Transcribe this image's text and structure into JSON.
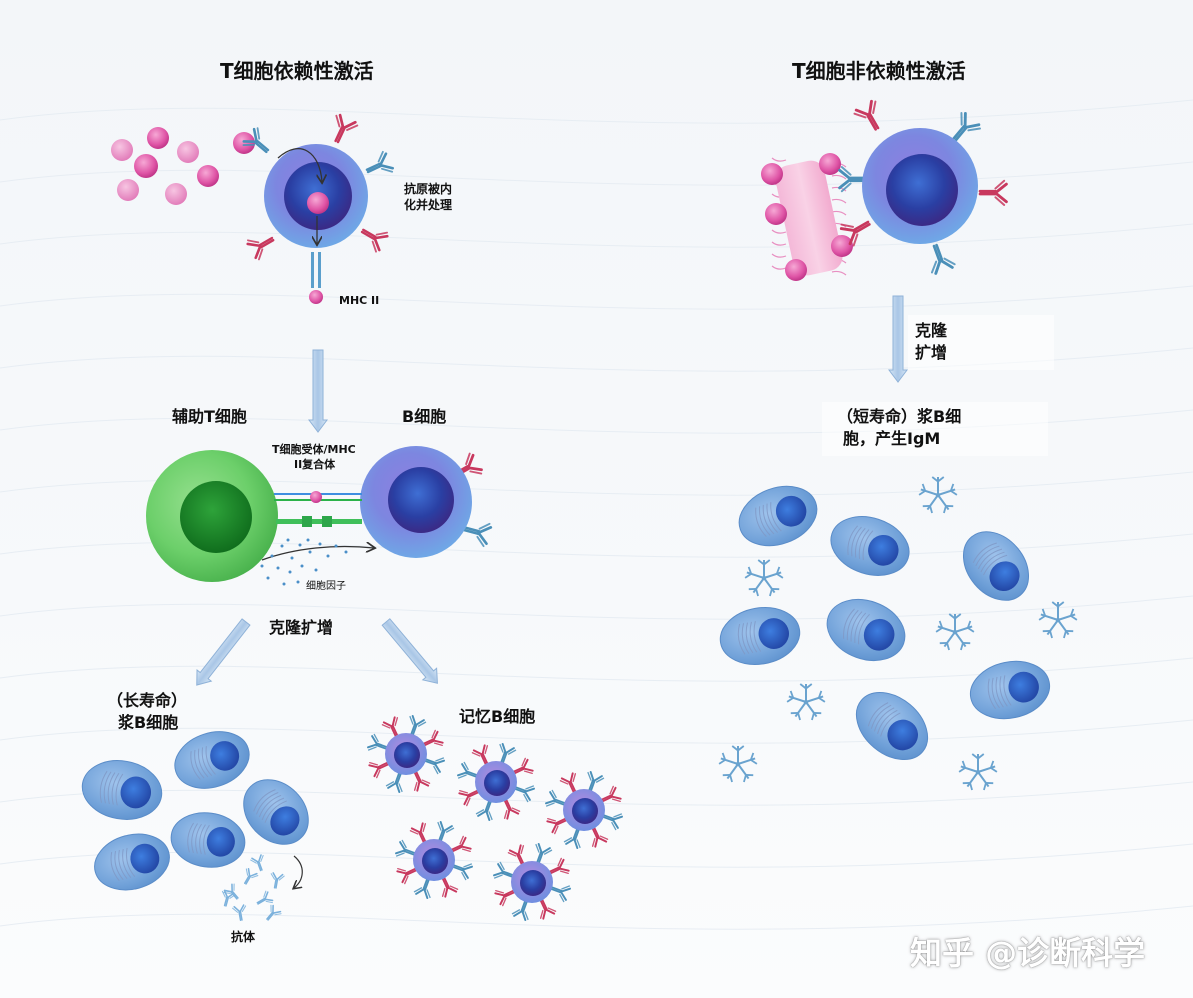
{
  "left_panel": {
    "title": "T细胞依赖性激活",
    "internalize_label_line1": "抗原被内",
    "internalize_label_line2": "化并处理",
    "mhc_label": "MHC II",
    "helper_t_label": "辅助T细胞",
    "b_cell_label": "B细胞",
    "complex_label_line1": "T细胞受体/MHC",
    "complex_label_line2": "II复合体",
    "cytokine_label": "细胞因子",
    "clonal_label": "克隆扩增",
    "long_lived_line1": "（长寿命）",
    "long_lived_line2": "浆B细胞",
    "memory_label": "记忆B细胞",
    "antibody_label": "抗体"
  },
  "right_panel": {
    "title": "T细胞非依赖性激活",
    "clonal_line1": "克隆",
    "clonal_line2": "扩增",
    "short_lived_line1": "（短寿命）浆B细",
    "short_lived_line2": "胞，产生IgM"
  },
  "watermark": "知乎 @诊断科学",
  "colors": {
    "antigen_pink": "#e25aa8",
    "b_cell_outer": "#7d86e0",
    "b_cell_nucleus": "#2b3a9a",
    "helper_t_green": "#6ccf6a",
    "plasma_cell": "#6fa0d8",
    "receptor_teal": "#4a8fb8",
    "receptor_red": "#c8385e",
    "arrow_blue": "#a9c6e6"
  }
}
